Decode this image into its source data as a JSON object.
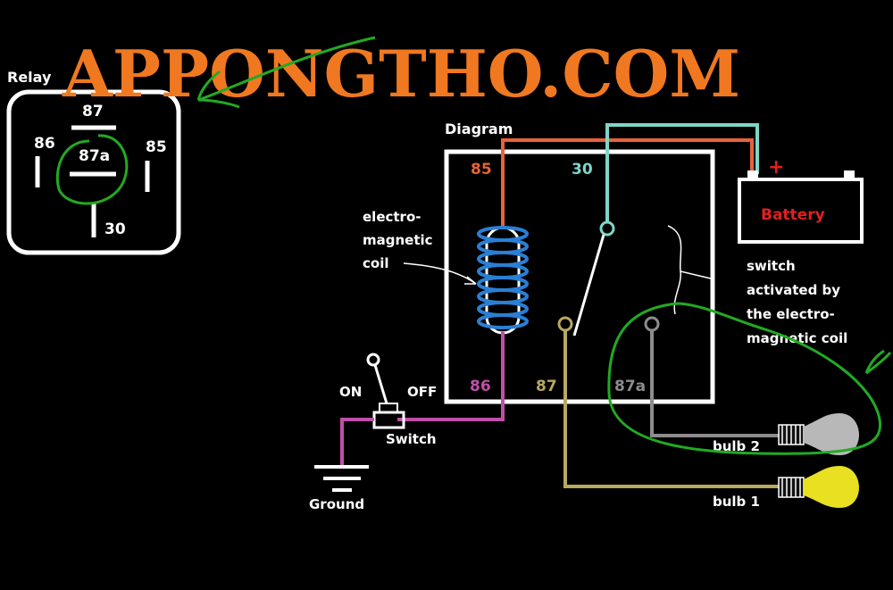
{
  "watermark": "APPONGTHO.COM",
  "relay": {
    "title": "Relay",
    "pins": {
      "p87": "87",
      "p86": "86",
      "p87a": "87a",
      "p85": "85",
      "p30": "30"
    }
  },
  "diagram": {
    "title": "Diagram",
    "pins": {
      "p85": "85",
      "p30": "30",
      "p86": "86",
      "p87": "87",
      "p87a": "87a"
    },
    "coil_label": [
      "electro-",
      "magnetic",
      "coil"
    ],
    "switch_note": [
      "switch",
      "activated by",
      "the electro-",
      "magnetic coil"
    ],
    "battery": "Battery",
    "battery_plus": "+",
    "switch_on": "ON",
    "switch_off": "OFF",
    "switch_label": "Switch",
    "ground": "Ground",
    "bulb1": "bulb 1",
    "bulb2": "bulb 2"
  },
  "colors": {
    "background": "#000000",
    "watermark": "#f07820",
    "outline": "#ffffff",
    "pin85": "#e8623a",
    "pin30": "#7fd6c8",
    "pin86": "#c04fa8",
    "pin87": "#b8a860",
    "pin87a": "#8c8c8c",
    "coil": "#2a7fd4",
    "battery_text": "#e02020",
    "bulb1": "#e8e020",
    "bulb2": "#b8b8b8",
    "annotation": "#22aa22"
  }
}
